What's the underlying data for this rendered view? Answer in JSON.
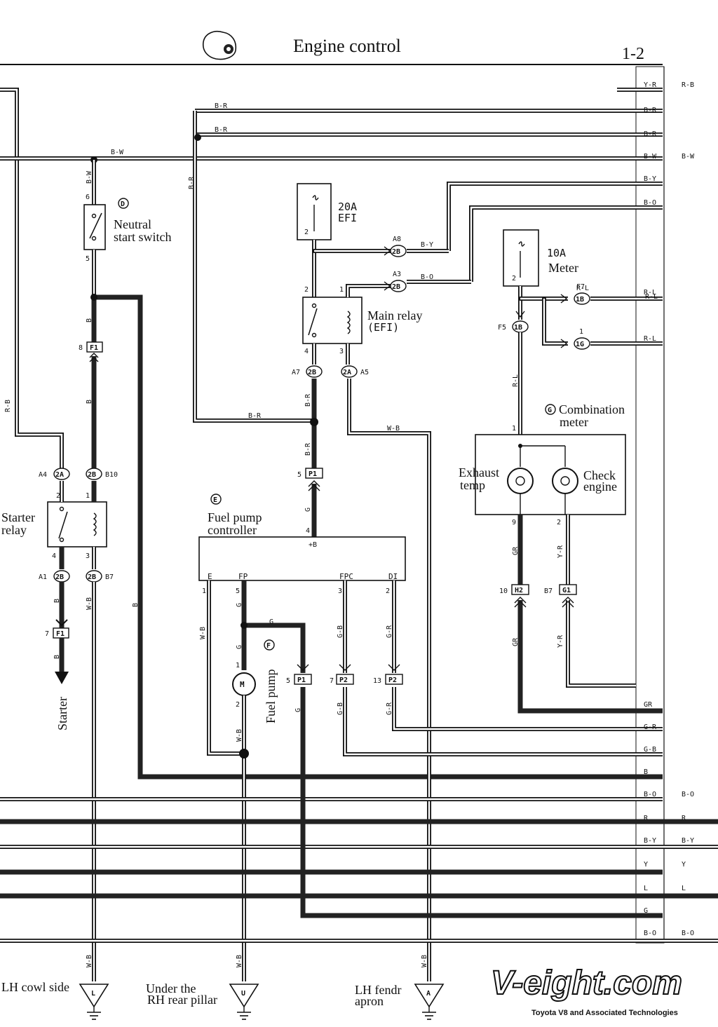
{
  "header": {
    "title": "Engine control",
    "page_no": "1-2"
  },
  "components": {
    "neutral_start_switch": {
      "ref": "D",
      "label1": "Neutral",
      "label2": "start switch"
    },
    "fuse_efi": {
      "rating": "20A",
      "name": "EFI"
    },
    "fuse_meter": {
      "rating": "10A",
      "name": "Meter"
    },
    "main_relay": {
      "label1": "Main relay",
      "label2": "(EFI)"
    },
    "combination_meter": {
      "ref": "G",
      "label1": "Combination",
      "label2": "meter"
    },
    "exhaust_temp": {
      "label1": "Exhaust",
      "label2": "temp"
    },
    "check_engine": {
      "label1": "Check",
      "label2": "engine"
    },
    "starter_relay": {
      "label1": "Starter",
      "label2": "relay"
    },
    "fuel_pump_controller": {
      "ref": "E",
      "label1": "Fuel pump",
      "label2": "controller",
      "term_b": "+B",
      "term_e": "E",
      "term_fp": "FP",
      "term_fpc": "FPC",
      "term_di": "DI"
    },
    "fuel_pump": {
      "ref": "F",
      "label": "Fuel pump",
      "motor": "M"
    },
    "starter": {
      "label": "Starter"
    }
  },
  "grounds": [
    {
      "code": "L",
      "label1": "LH cowl side",
      "label2": ""
    },
    {
      "code": "U",
      "label1": "Under the",
      "label2": "RH rear pillar"
    },
    {
      "code": "A",
      "label1": "LH fendr",
      "label2": "apron"
    }
  ],
  "connectors": {
    "c2b_a8": "2B",
    "c2b_a3": "2B",
    "c1b_f7": "1B",
    "c1g": "1G",
    "c1b_f5": "1B",
    "c2b_a7": "2B",
    "c2a_a5": "2A",
    "cp1_top": "P1",
    "cf1_8": "F1",
    "c2a_a4": "2A",
    "c2b_b10": "2B",
    "c2b_a1": "2B",
    "c2b_b7": "2B",
    "cf1_7": "F1",
    "ch2": "H2",
    "cg1": "G1",
    "cp1_5": "P1",
    "cp2_7": "P2",
    "cp2_13": "P2"
  },
  "pins": {
    "a8": "A8",
    "a3": "A3",
    "f7": "F7",
    "one_g": "1",
    "f5": "F5",
    "a7": "A7",
    "a5": "A5",
    "p1_5": "5",
    "f1_8": "8",
    "a4": "A4",
    "b10": "B10",
    "a1": "A1",
    "b7": "B7",
    "f1_7": "7",
    "h2_10": "10",
    "g1_b7": "B7",
    "p1b_5": "5",
    "p2_7": "7",
    "p2_13": "13",
    "nss_6": "6",
    "nss_5": "5",
    "efi_2": "2",
    "meter_2": "2",
    "mr_2": "2",
    "mr_1": "1",
    "mr_4": "4",
    "mr_3": "3",
    "cm_1": "1",
    "cm_9": "9",
    "cm_2": "2",
    "fpc_4": "4",
    "fpc_1": "1",
    "fpc_5": "5",
    "fpc_3": "3",
    "fpc_2": "2",
    "fp_1": "1",
    "fp_2": "2",
    "sr_2": "2",
    "sr_1": "1",
    "sr_4": "4",
    "sr_3": "3"
  },
  "wire_labels": {
    "br_1": "B-R",
    "br_2": "B-R",
    "bw_top": "B-W",
    "bw_vert": "B-W",
    "br_vert": "B-R",
    "by": "B-Y",
    "bo": "B-O",
    "rl_f7": "R-L",
    "rl_1g": "R-L",
    "rl_vert": "R-L",
    "br_horiz": "B-R",
    "br_relay": "B-R",
    "br_p1": "B-R",
    "wb_a5": "W-B",
    "g_p1": "G",
    "b_nss": "B",
    "b_f1": "B",
    "rb_left": "R-B",
    "b_a1": "B",
    "b_f1_7": "B",
    "wb_b7": "W-B",
    "b_long": "B",
    "gr_1": "GR",
    "yr_1": "Y-R",
    "gr_2": "GR",
    "yr_2": "Y-R",
    "wb_e": "W-B",
    "g_fp": "G",
    "g_fp2": "G",
    "gb_fpc": "G-B",
    "gr_di": "G-R",
    "wb_motor": "W-B",
    "g_p1_5": "G",
    "gb_p2": "G-B",
    "gr_p2": "G-R",
    "wb_gl": "W-B",
    "wb_gu": "W-B",
    "wb_ga": "W-B"
  },
  "right_edge_labels": {
    "rows": [
      {
        "left": "Y-R",
        "right": "R-B"
      },
      {
        "left": "B-R",
        "right": ""
      },
      {
        "left": "B-R",
        "right": ""
      },
      {
        "left": "B-W",
        "right": "B-W"
      },
      {
        "left": "B-Y",
        "right": ""
      },
      {
        "left": "B-O",
        "right": ""
      },
      {
        "left": "R-L",
        "right": ""
      },
      {
        "left": "R-L",
        "right": ""
      },
      {
        "left": "GR",
        "right": ""
      },
      {
        "left": "G-R",
        "right": ""
      },
      {
        "left": "G-B",
        "right": ""
      },
      {
        "left": "B",
        "right": ""
      },
      {
        "left": "B-O",
        "right": "B-O"
      },
      {
        "left": "R",
        "right": "R"
      },
      {
        "left": "B-Y",
        "right": "B-Y"
      },
      {
        "left": "Y",
        "right": "Y"
      },
      {
        "left": "L",
        "right": "L"
      },
      {
        "left": "G",
        "right": ""
      },
      {
        "left": "B-O",
        "right": "B-O"
      }
    ]
  },
  "watermark": {
    "logo": "V-eight.com",
    "tagline": "Toyota V8 and Associated Technologies"
  }
}
